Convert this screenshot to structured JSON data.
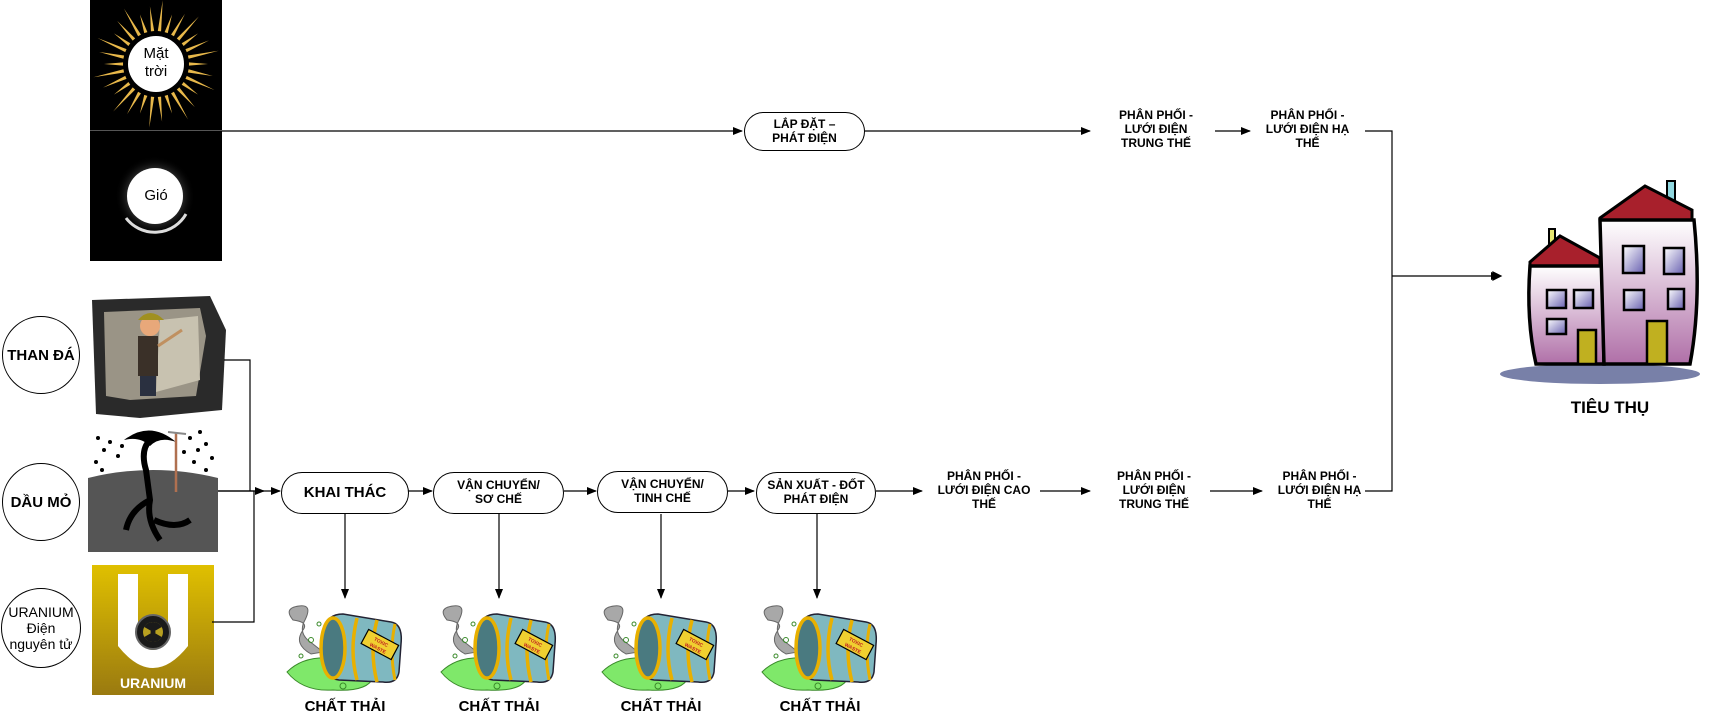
{
  "renewable": {
    "sources": [
      {
        "id": "solar",
        "label": "Mặt\ntrời",
        "icon": "sun-icon"
      },
      {
        "id": "wind",
        "label": "Gió",
        "icon": "wind-icon"
      }
    ],
    "install": "LẮP ĐẶT –\nPHÁT ĐIỆN",
    "medium_grid": "PHÂN PHỐI -\nLƯỚI ĐIỆN\nTRUNG THẾ",
    "low_grid": "PHÂN PHỐI -\nLƯỚI ĐIỆN HẠ\nTHẾ"
  },
  "fossil": {
    "sources": [
      {
        "id": "coal",
        "label": "THAN ĐÁ",
        "icon": "coal-miner-icon"
      },
      {
        "id": "oil",
        "label": "DẦU MỎ",
        "icon": "oil-well-icon"
      },
      {
        "id": "uranium",
        "label": "URANIUM\nĐiện\nnguyên tử",
        "icon": "uranium-icon",
        "image_text": "URANIUM"
      }
    ],
    "steps": [
      "KHAI THÁC",
      "VẬN CHUYỂN/\nSƠ CHẾ",
      "VẬN CHUYỂN/\nTINH CHẾ",
      "SẢN XUẤT - ĐỐT\nPHÁT ĐIỆN"
    ],
    "high_grid": "PHÂN PHỐI -\nLƯỚI ĐIỆN CAO\nTHẾ",
    "medium_grid": "PHÂN PHỐI -\nLƯỚI ĐIỆN\nTRUNG THẾ",
    "low_grid": "PHÂN PHỐI -\nLƯỚI ĐIỆN HẠ\nTHẾ",
    "waste_label": "CHẤT THẢI",
    "waste_tag": "TOXIC\nWASTE"
  },
  "consumer": {
    "label": "TIÊU THỤ",
    "icon": "houses-icon"
  },
  "colors": {
    "sun_ray": "#e8b84a",
    "waste_green": "#7fe86a",
    "barrel": "#7fb8c0",
    "barrel_ring": "#e8b000",
    "roof": "#a8202c",
    "wall": "#e8c8e0",
    "uranium_bg": "#c8a000"
  }
}
